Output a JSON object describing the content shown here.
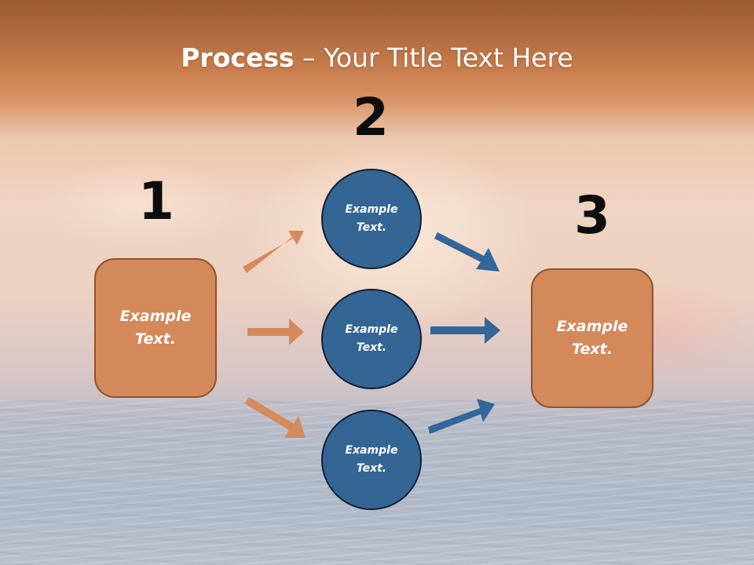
{
  "title": {
    "bold": "Process",
    "rest": " – Your Title Text Here"
  },
  "steps": {
    "one": "1",
    "two": "2",
    "three": "3"
  },
  "left_box": {
    "text": "Example\nText."
  },
  "right_box": {
    "text": "Example\nText."
  },
  "circles": [
    {
      "text": "Example\nText."
    },
    {
      "text": "Example\nText."
    },
    {
      "text": "Example\nText."
    }
  ],
  "colors": {
    "orange_fill": "#d3895a",
    "orange_arrow": "#d48a5c",
    "blue_fill": "#346695",
    "blue_arrow": "#33669a"
  }
}
